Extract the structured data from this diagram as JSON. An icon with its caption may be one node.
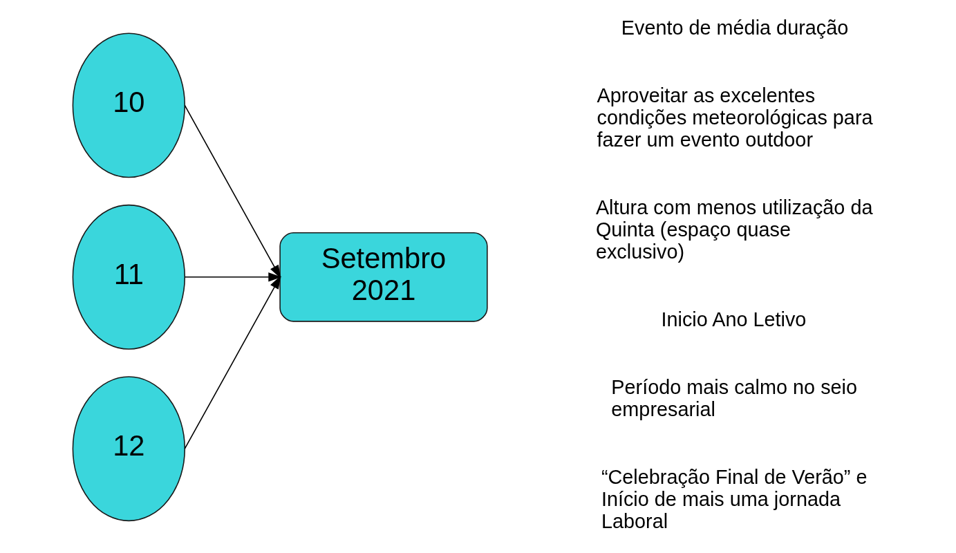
{
  "diagram": {
    "nodes": [
      {
        "text": [
          "10"
        ]
      },
      {
        "text": [
          "11"
        ]
      },
      {
        "text": [
          "12"
        ]
      },
      {
        "text": [
          "Setembro 2021"
        ]
      }
    ],
    "edges": [
      {
        "from": 0,
        "to": 3,
        "arrow": "to"
      },
      {
        "from": 1,
        "to": 3,
        "arrow": "to"
      },
      {
        "from": 2,
        "to": 3,
        "arrow": "to"
      }
    ],
    "labels": [
      "Evento de média duração",
      "Aproveitar as excelentes condições meteorológicas para fazer um evento outdoor",
      "Altura com menos utilização da Quinta (espaço quase exclusivo)",
      "Inicio Ano Letivo",
      "Período mais calmo no seio empresarial",
      "“Celebração Final de Verão” e Início de mais uma jornada Laboral"
    ]
  }
}
